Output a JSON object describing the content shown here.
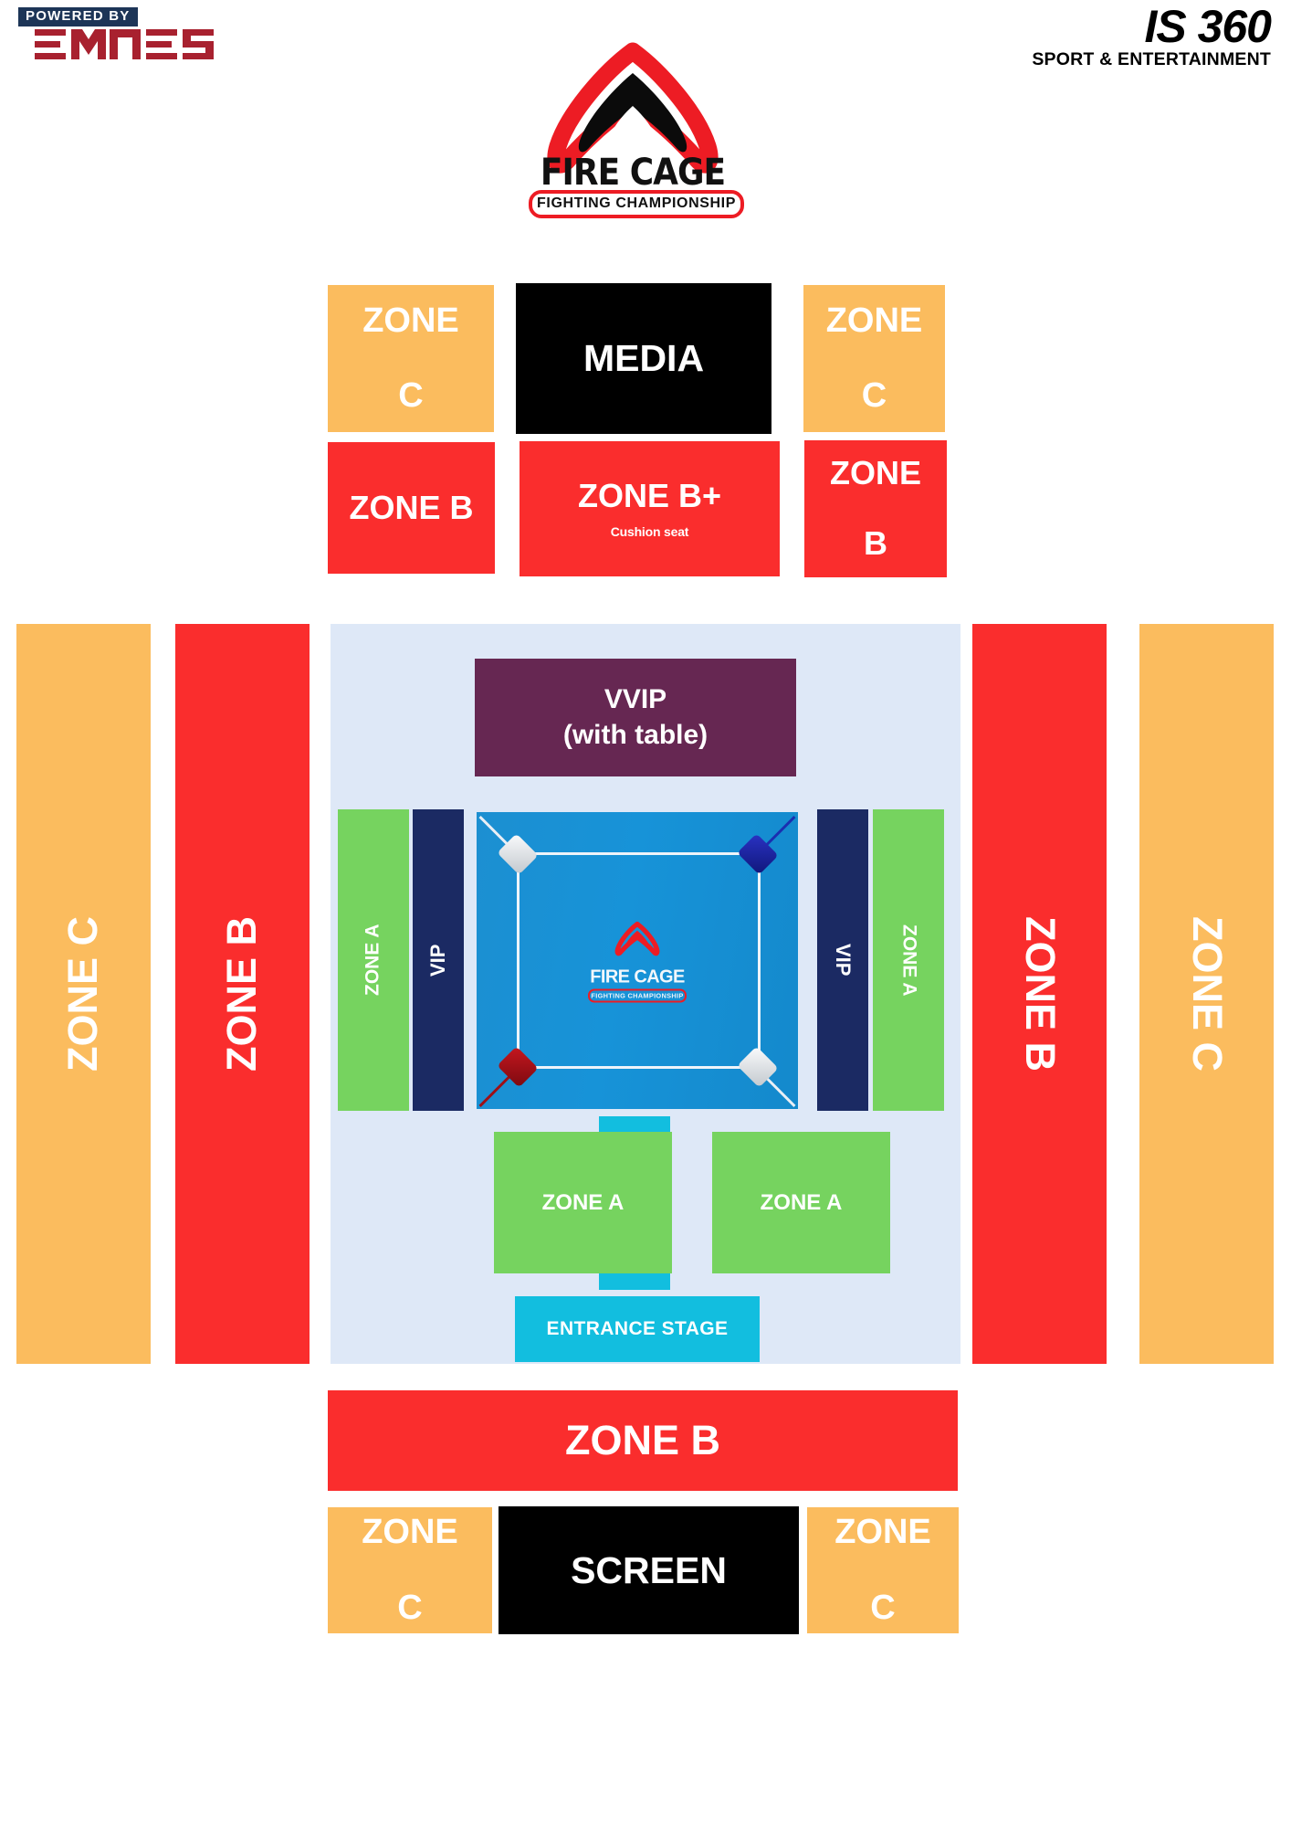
{
  "header": {
    "emnes": {
      "powered_by": "POWERED BY",
      "brand": "EMNES"
    },
    "is360": {
      "name": "IS 360",
      "tagline": "SPORT & ENTERTAINMENT"
    },
    "event": {
      "title": "FIRE CAGE",
      "subtitle": "FIGHTING CHAMPIONSHIP",
      "logo_icon": "firecage-chevron-icon"
    }
  },
  "colors": {
    "zone_a": "#76D35F",
    "zone_b": "#FA2D2D",
    "zone_c": "#FBBC5E",
    "vip": "#1B2A63",
    "vvip": "#662752",
    "media": "#000000",
    "screen": "#000000",
    "entrance_stage": "#12BEDF",
    "arena_floor": "#DEE8F7",
    "ring_canvas": "#1C8FD1",
    "brand_red": "#ED1C24",
    "emnes_red": "#A8212F",
    "emnes_navy": "#1D3557"
  },
  "map": {
    "top_row": [
      {
        "label": "ZONE C",
        "line1": "ZONE",
        "line2": "C",
        "zone": "zone-c"
      },
      {
        "label": "MEDIA",
        "zone": "media"
      },
      {
        "label": "ZONE C",
        "line1": "ZONE",
        "line2": "C",
        "zone": "zone-c"
      }
    ],
    "second_row": [
      {
        "label": "ZONE B",
        "zone": "zone-b"
      },
      {
        "label": "ZONE B+",
        "sublabel": "Cushion seat",
        "zone": "zone-b"
      },
      {
        "label": "ZONE B",
        "line1": "ZONE",
        "line2": "B",
        "zone": "zone-b"
      }
    ],
    "left_bars": [
      {
        "label": "ZONE C",
        "zone": "zone-c"
      },
      {
        "label": "ZONE B",
        "zone": "zone-b"
      }
    ],
    "right_bars": [
      {
        "label": "ZONE B",
        "zone": "zone-b"
      },
      {
        "label": "ZONE C",
        "zone": "zone-c"
      }
    ],
    "arena": {
      "vvip": {
        "line1": "VVIP",
        "line2": "(with table)"
      },
      "strips": [
        {
          "label": "ZONE A",
          "zone": "zone-a",
          "side": "left"
        },
        {
          "label": "VIP",
          "zone": "vip",
          "side": "left"
        },
        {
          "label": "VIP",
          "zone": "vip",
          "side": "right"
        },
        {
          "label": "ZONE A",
          "zone": "zone-a",
          "side": "right"
        }
      ],
      "ring": {
        "logo_title": "FIRE CAGE",
        "logo_subtitle": "FIGHTING CHAMPIONSHIP",
        "corner_pads": [
          {
            "position": "top-left",
            "color": "#D6DBE0"
          },
          {
            "position": "top-right",
            "color": "#17219B"
          },
          {
            "position": "bottom-left",
            "color": "#9E0F16"
          },
          {
            "position": "bottom-right",
            "color": "#D6DBE0"
          }
        ]
      },
      "lower_blocks": [
        {
          "label": "ZONE A",
          "zone": "zone-a"
        },
        {
          "label": "ZONE A",
          "zone": "zone-a"
        }
      ],
      "entrance_stage": {
        "label": "ENTRANCE STAGE"
      }
    },
    "bottom_band": {
      "label": "ZONE B",
      "zone": "zone-b"
    },
    "bottom_row": [
      {
        "label": "ZONE C",
        "line1": "ZONE",
        "line2": "C",
        "zone": "zone-c"
      },
      {
        "label": "SCREEN",
        "zone": "screen"
      },
      {
        "label": "ZONE C",
        "line1": "ZONE",
        "line2": "C",
        "zone": "zone-c"
      }
    ]
  }
}
